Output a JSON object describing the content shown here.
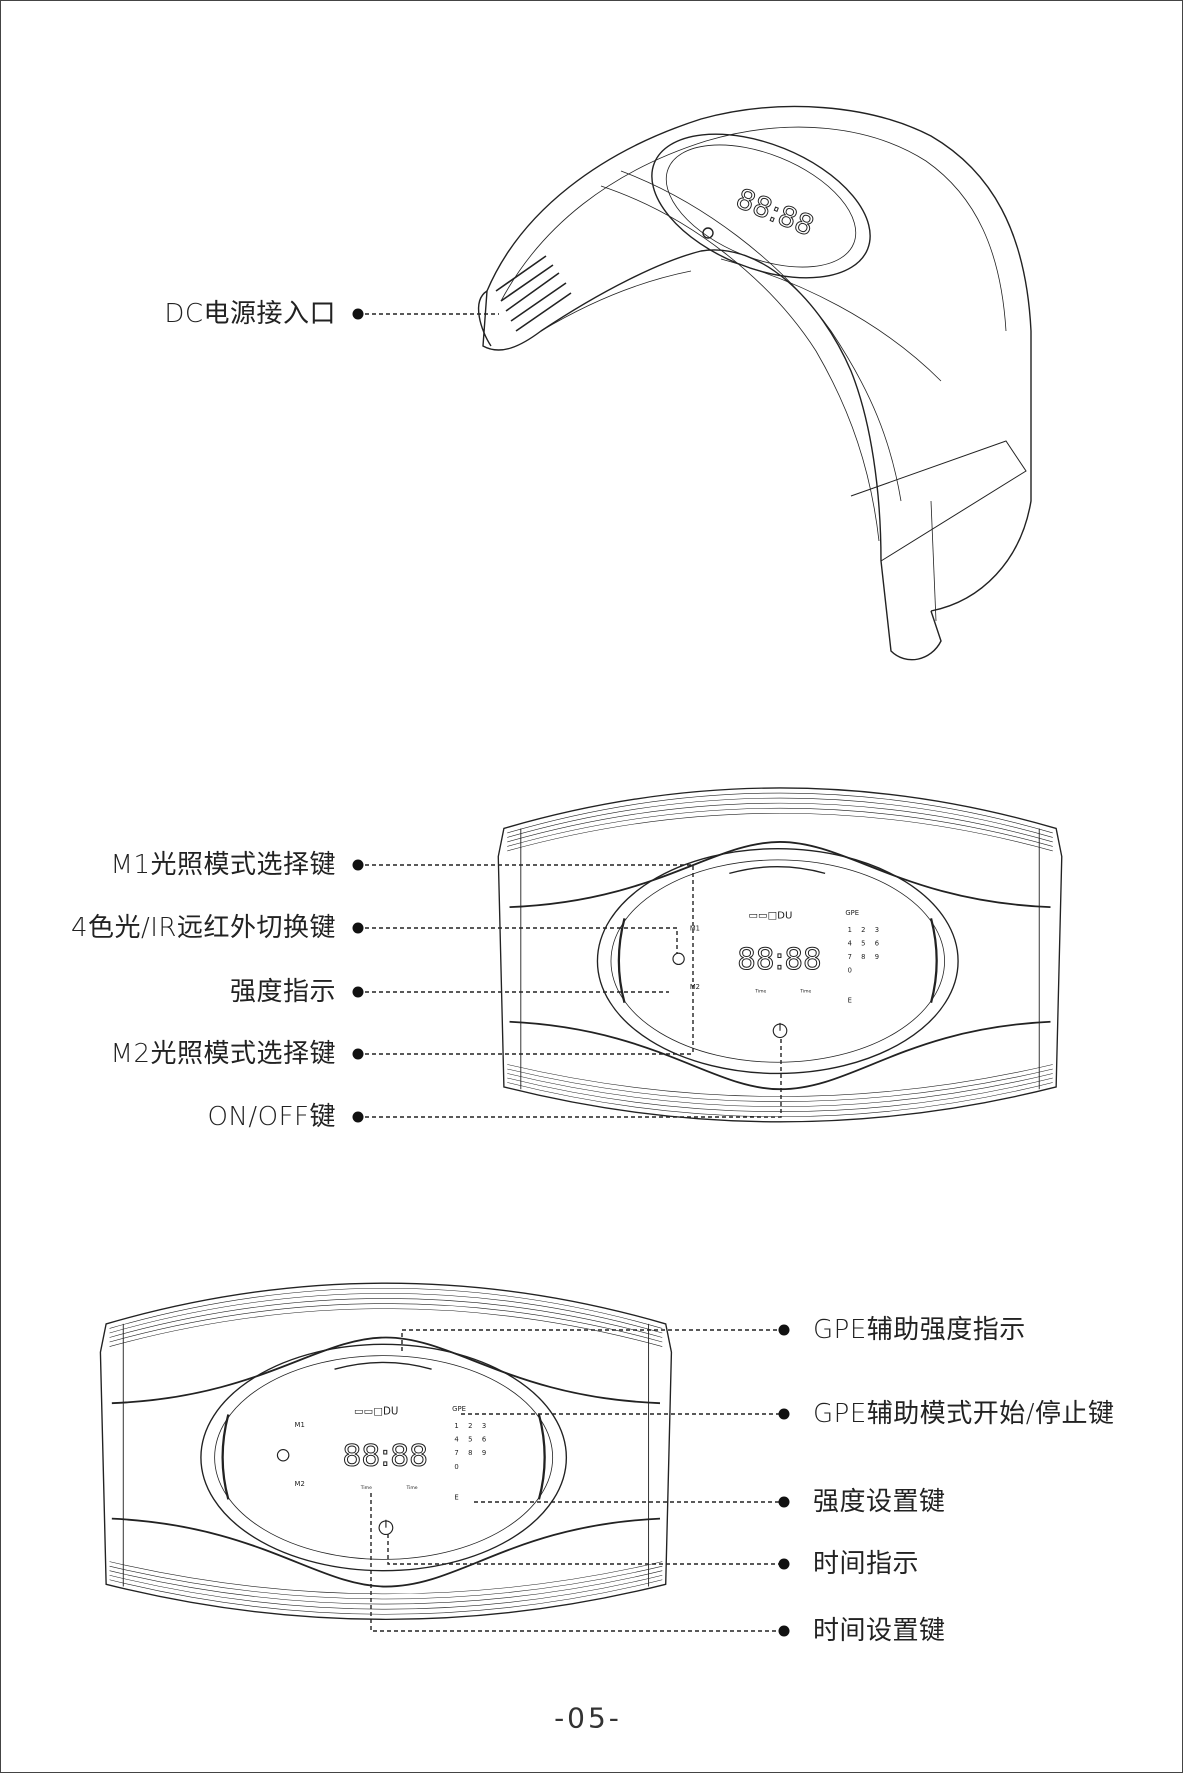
{
  "top_view": {
    "callouts": [
      {
        "label": "DC电源接入口"
      }
    ]
  },
  "front_view_left_labels": {
    "callouts": [
      {
        "label": "M1光照模式选择键"
      },
      {
        "label": "4色光/IR远红外切换键"
      },
      {
        "label": "强度指示"
      },
      {
        "label": "M2光照模式选择键"
      },
      {
        "label": "ON/OFF键"
      }
    ]
  },
  "front_view_right_labels": {
    "callouts": [
      {
        "label": "GPE辅助强度指示"
      },
      {
        "label": "GPE辅助模式开始/停止键"
      },
      {
        "label": "强度设置键"
      },
      {
        "label": "时间指示"
      },
      {
        "label": "时间设置键"
      }
    ]
  },
  "panel": {
    "m1": "M1",
    "m2": "M2",
    "gpe": "GPE",
    "lcd": "88:88",
    "time_left": "Time",
    "time_right": "Time",
    "keypad": [
      "1",
      "2",
      "3",
      "4",
      "5",
      "6",
      "7",
      "8",
      "9",
      "0"
    ],
    "e_key": "E",
    "intensity_bar": "▭▭□DU"
  },
  "footer": {
    "page_number": "-05-"
  },
  "colors": {
    "line": "#222222",
    "background": "#ffffff"
  }
}
